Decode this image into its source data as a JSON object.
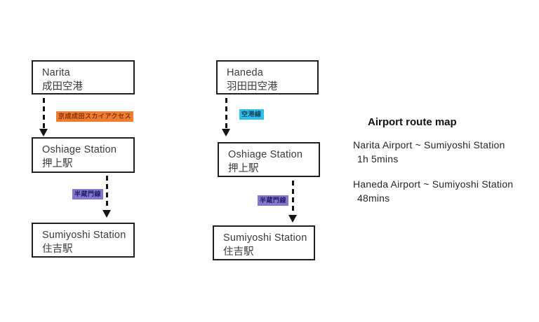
{
  "diagram": {
    "columns": [
      {
        "name": "narita-route",
        "boxes": [
          {
            "en": "Narita",
            "ja": "成田空港"
          },
          {
            "en": "Oshiage Station",
            "ja": "押上駅"
          },
          {
            "en": "Sumiyoshi Station",
            "ja": "住吉駅"
          }
        ],
        "lines": [
          {
            "label": "京成成田スカイアクセス",
            "bg": "#ED7D31",
            "fg": "#8B2F00"
          },
          {
            "label": "半蔵門線",
            "bg": "#8377CE",
            "fg": "#221A66"
          }
        ]
      },
      {
        "name": "haneda-route",
        "boxes": [
          {
            "en": "Haneda",
            "ja": "羽田田空港"
          },
          {
            "en": "Oshiage Station",
            "ja": "押上駅"
          },
          {
            "en": "Sumiyoshi Station",
            "ja": "住吉駅"
          }
        ],
        "lines": [
          {
            "label": "空港線",
            "bg": "#2EC0E8",
            "fg": "#143C55"
          },
          {
            "label": "半蔵門線",
            "bg": "#8377CE",
            "fg": "#221A66"
          }
        ]
      }
    ],
    "info": {
      "title": "Airport route map",
      "routes": [
        {
          "route": "Narita Airport ~ Sumiyoshi Station",
          "duration": "1h 5mins"
        },
        {
          "route": "Haneda Airport ~ Sumiyoshi Station",
          "duration": "48mins"
        }
      ]
    }
  }
}
